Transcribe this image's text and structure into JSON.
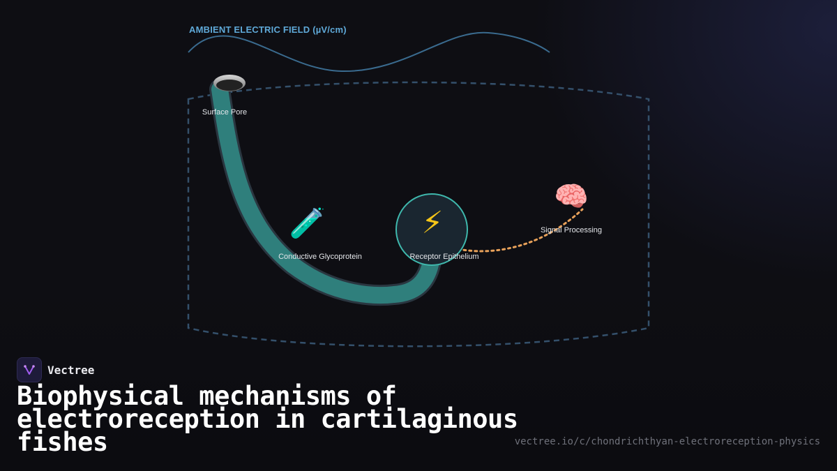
{
  "diagram": {
    "field_label": "AMBIENT ELECTRIC FIELD (µV/cm)",
    "nodes": {
      "surface_pore": "Surface Pore",
      "glycoprotein": "Conductive Glycoprotein",
      "receptor": "Receptor Epithelium",
      "signal": "Signal Processing"
    },
    "icons": {
      "glycoprotein": "test-tube-icon",
      "receptor": "lightning-bolt-icon",
      "signal": "brain-icon"
    },
    "colors": {
      "canal": "#2f7f7c",
      "field_wave": "#3a6b8f",
      "receptor_ring": "#3fb8ad",
      "signal_path": "#e8a15a",
      "boundary": "#34506b"
    }
  },
  "brand": {
    "name": "Vectree"
  },
  "title": "Biophysical mechanisms of electroreception in cartilaginous fishes",
  "url": "vectree.io/c/chondrichthyan-electroreception-physics"
}
